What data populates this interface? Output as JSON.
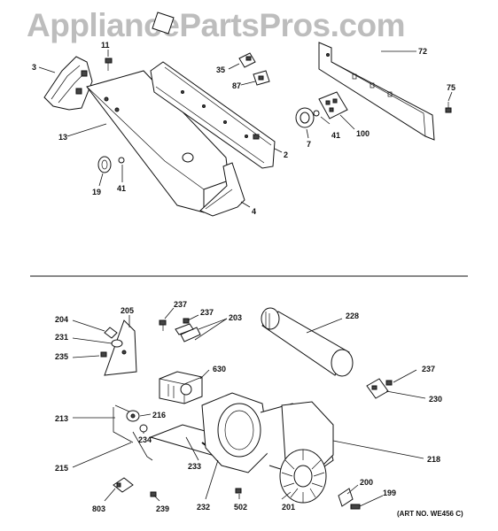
{
  "watermark": "AppliancePartsPros.com",
  "art_number": "(ART NO. WE456 C)",
  "labels": {
    "p3": "3",
    "p11": "11",
    "p13": "13",
    "p19": "19",
    "p41a": "41",
    "p35": "35",
    "p87": "87",
    "p72": "72",
    "p75": "75",
    "p7": "7",
    "p41b": "41",
    "p100": "100",
    "p2": "2",
    "p4": "4",
    "p204": "204",
    "p205": "205",
    "p231": "231",
    "p235": "235",
    "p237a": "237",
    "p237b": "237",
    "p203": "203",
    "p228": "228",
    "p630": "630",
    "p237c": "237",
    "p230": "230",
    "p213": "213",
    "p216": "216",
    "p234": "234",
    "p215": "215",
    "p233": "233",
    "p218": "218",
    "p200": "200",
    "p199": "199",
    "p803": "803",
    "p239": "239",
    "p232": "232",
    "p502": "502",
    "p201": "201"
  }
}
